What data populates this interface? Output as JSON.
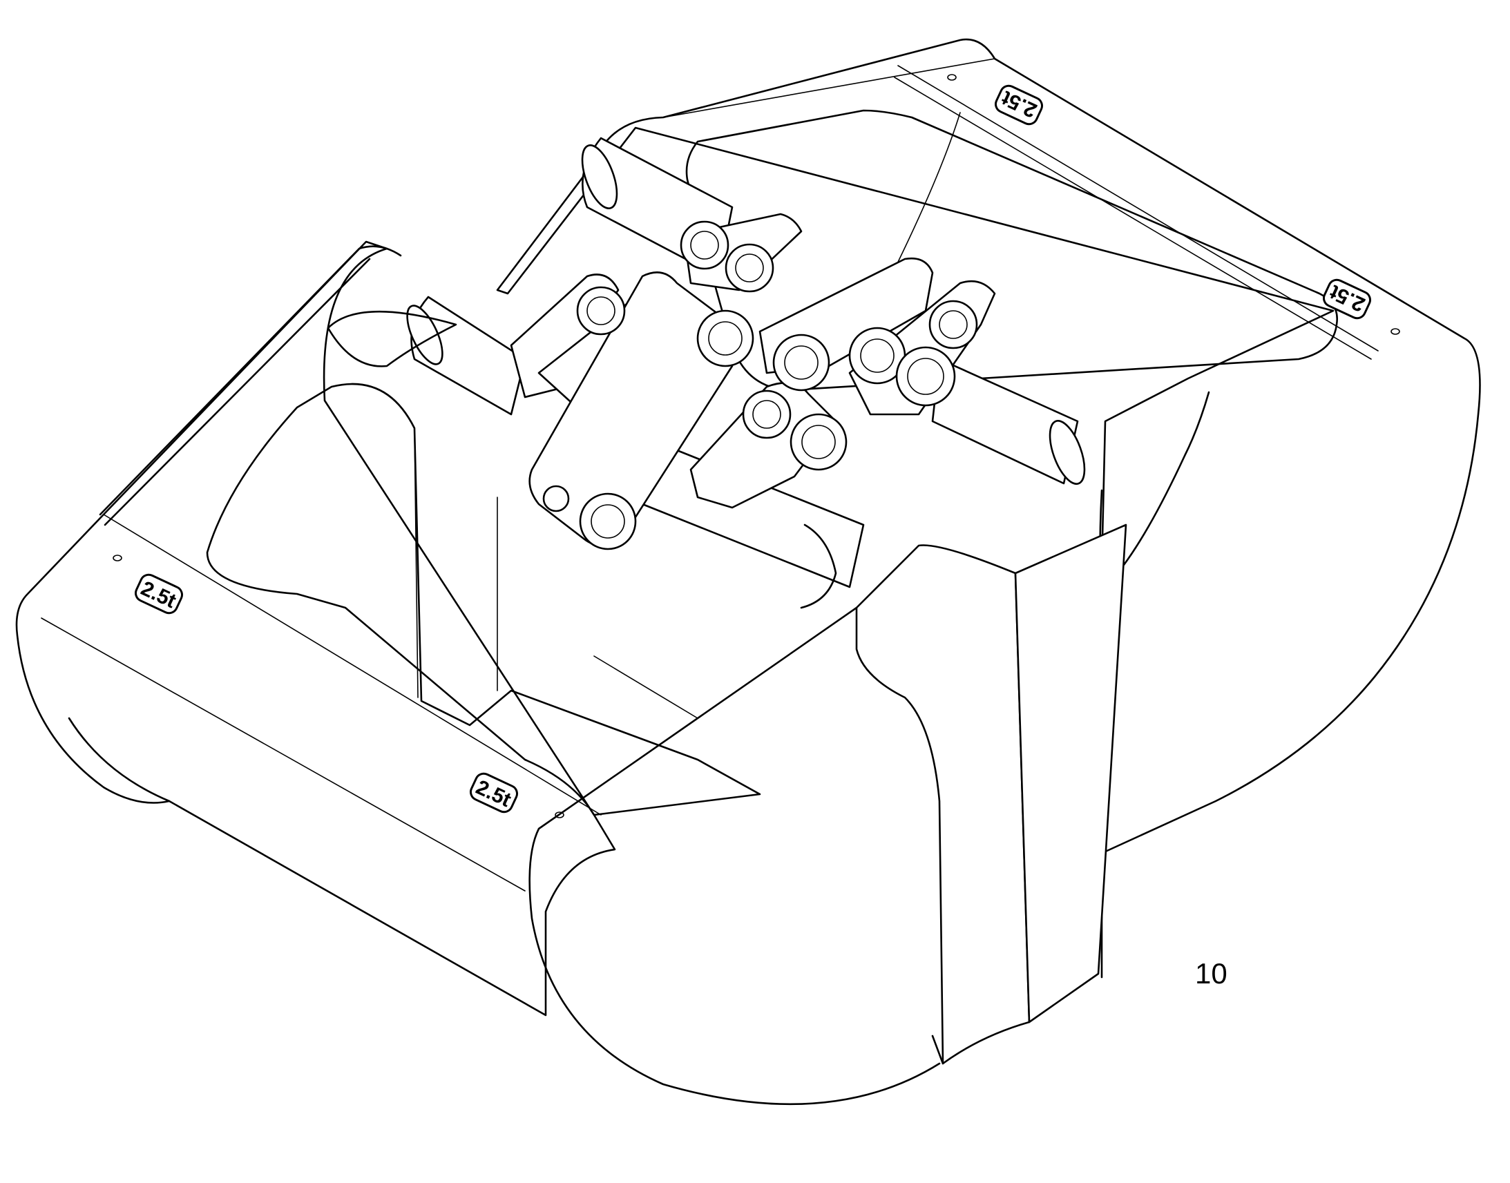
{
  "figure": {
    "item_number": "10",
    "capacity_labels": [
      "2.5t",
      "2.5t",
      "2.5t",
      "2.5t"
    ]
  }
}
